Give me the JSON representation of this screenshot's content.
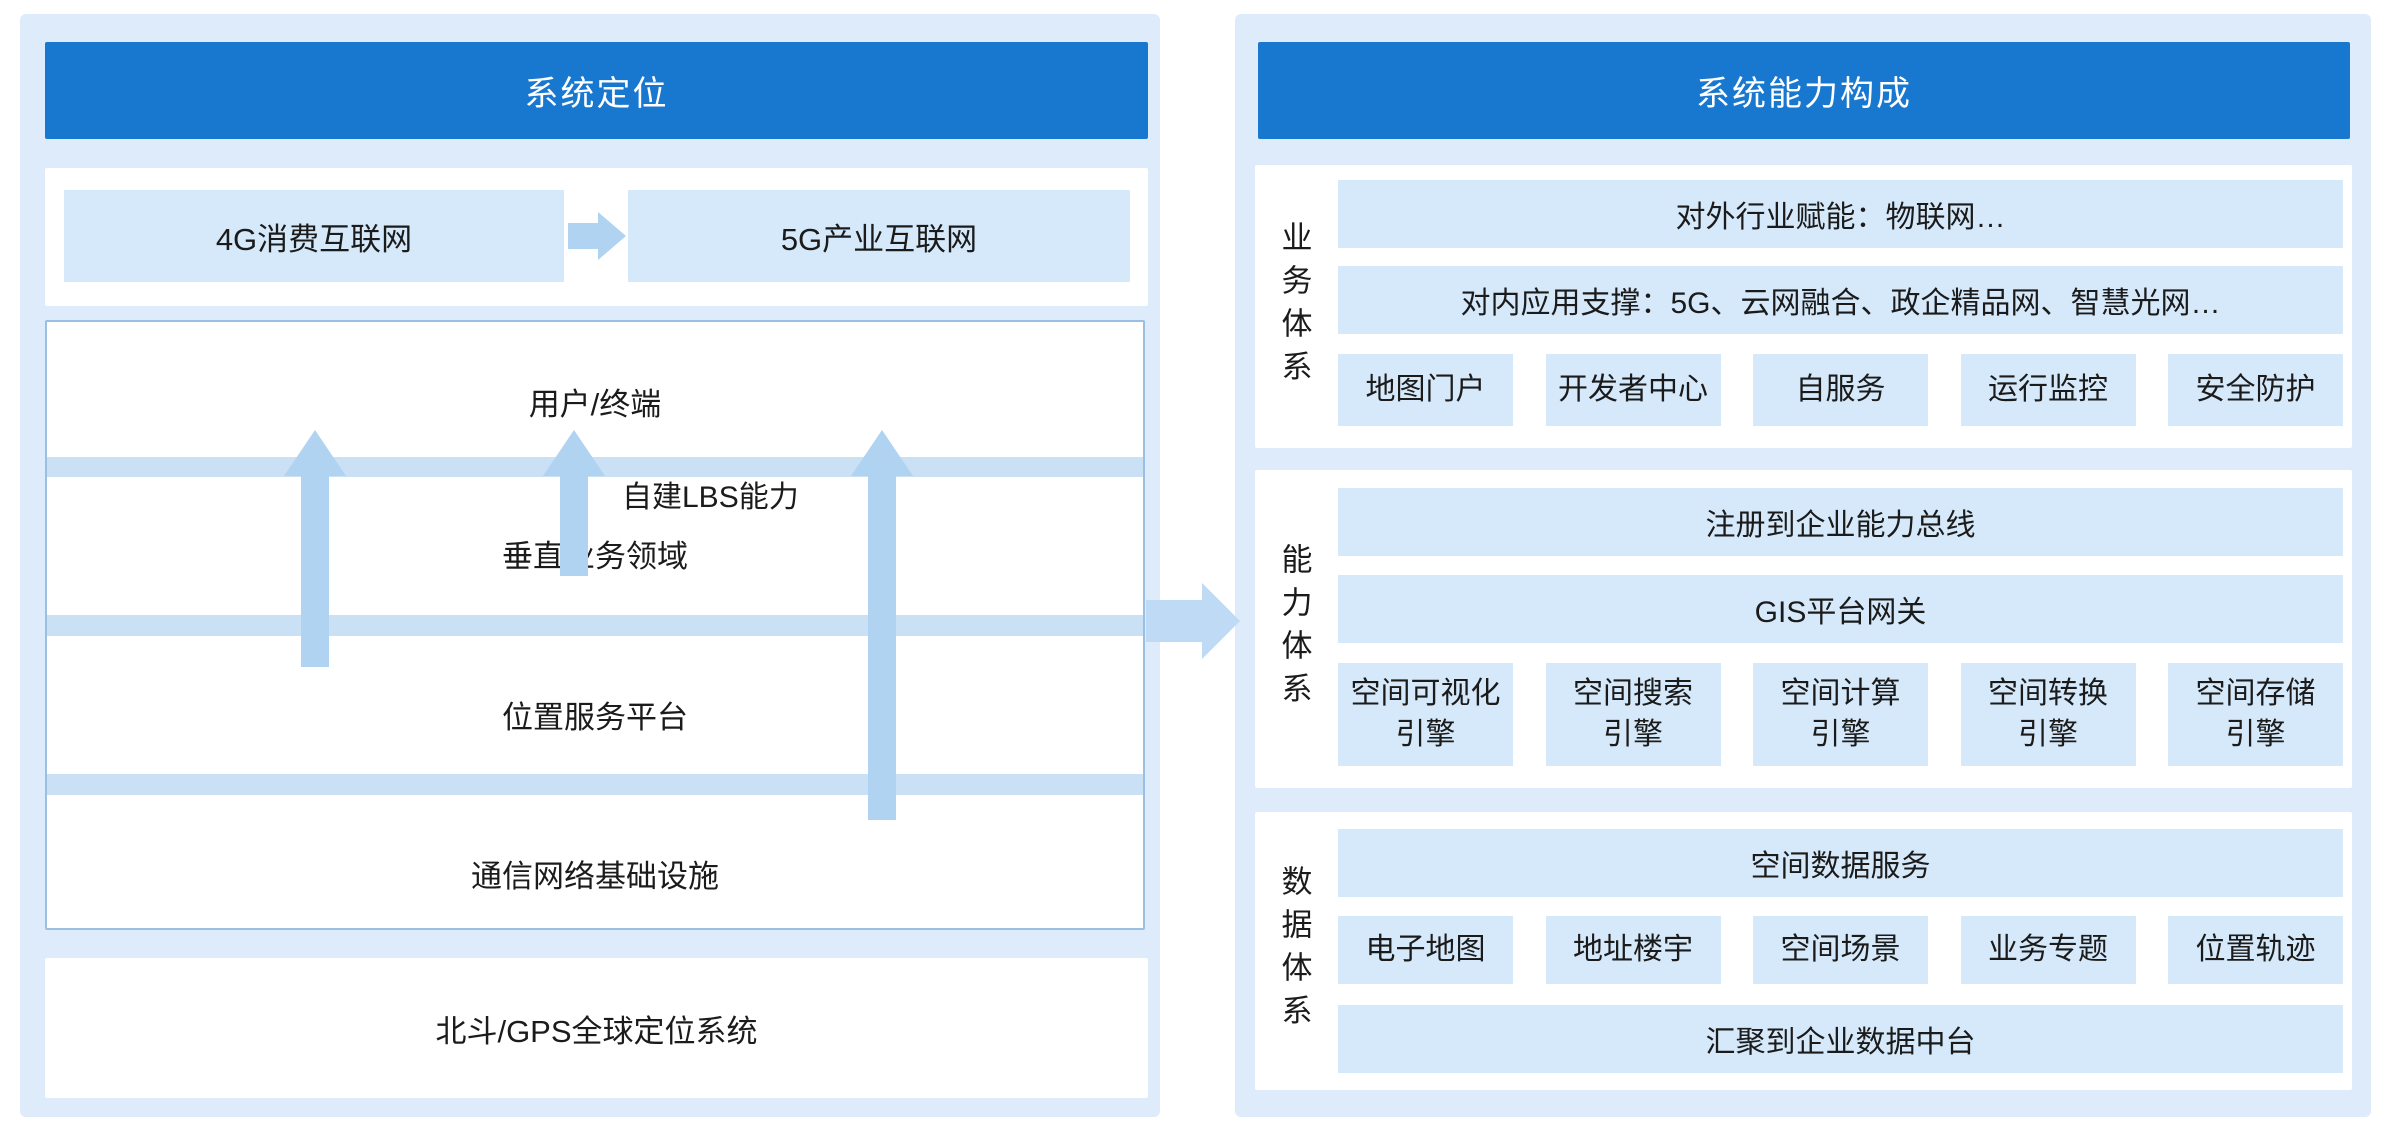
{
  "colors": {
    "header_blue": "#1878D0",
    "panel_bg": "#DDEBFA",
    "tile_blue": "#D6E9FA",
    "band_blue": "#C9E0F5",
    "arrow_blue": "#AFD3F1"
  },
  "left": {
    "header": "系统定位",
    "evolution": {
      "from": "4G消费互联网",
      "to": "5G产业互联网"
    },
    "stack": {
      "layers": [
        "用户/终端",
        "垂直业务领域",
        "位置服务平台",
        "通信网络基础设施"
      ],
      "lbs_label": "自建LBS能力"
    },
    "foundation": "北斗/GPS全球定位系统"
  },
  "right": {
    "header": "系统能力构成",
    "sections": [
      {
        "label": "业务体系",
        "rows": [
          "对外行业赋能：物联网…",
          "对内应用支撑：5G、云网融合、政企精品网、智慧光网…"
        ],
        "buttons": [
          "地图门户",
          "开发者中心",
          "自服务",
          "运行监控",
          "安全防护"
        ]
      },
      {
        "label": "能力体系",
        "rows": [
          "注册到企业能力总线",
          "GIS平台网关"
        ],
        "engines": [
          {
            "l1": "空间可视化",
            "l2": "引擎"
          },
          {
            "l1": "空间搜索",
            "l2": "引擎"
          },
          {
            "l1": "空间计算",
            "l2": "引擎"
          },
          {
            "l1": "空间转换",
            "l2": "引擎"
          },
          {
            "l1": "空间存储",
            "l2": "引擎"
          }
        ]
      },
      {
        "label": "数据体系",
        "rows": [
          "空间数据服务",
          "汇聚到企业数据中台"
        ],
        "buttons": [
          "电子地图",
          "地址楼宇",
          "空间场景",
          "业务专题",
          "位置轨迹"
        ]
      }
    ]
  }
}
